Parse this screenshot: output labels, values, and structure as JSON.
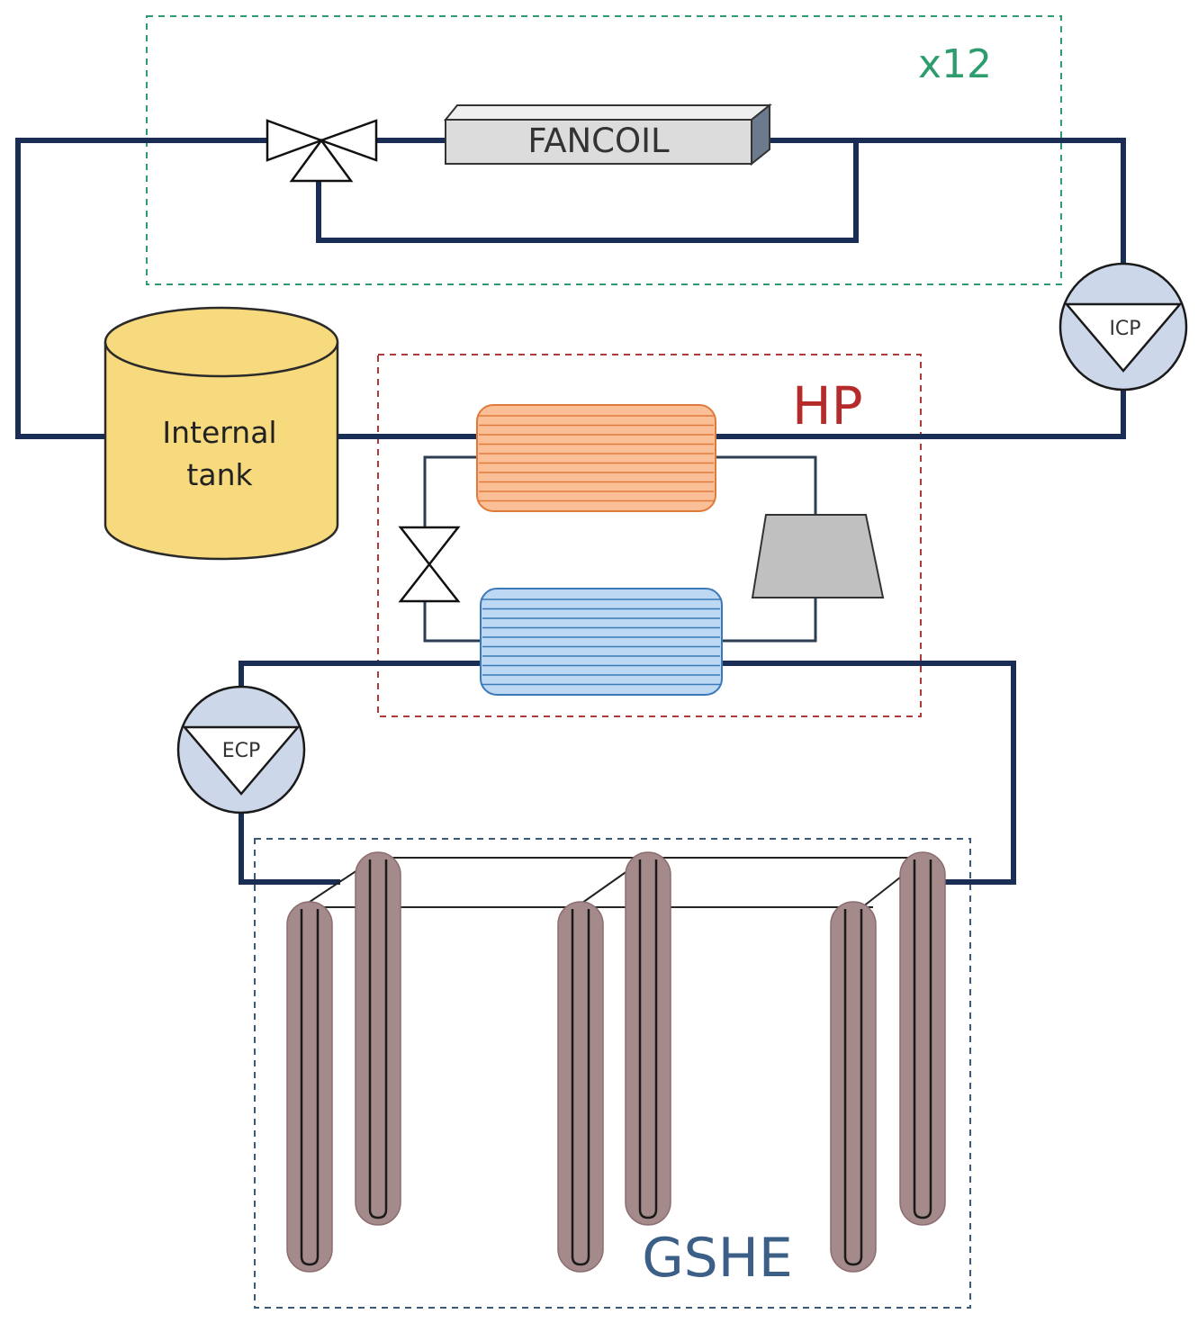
{
  "labels": {
    "fancoil": "FANCOIL",
    "multiplier": "x12",
    "hp": "HP",
    "tank_line1": "Internal",
    "tank_line2": "tank",
    "icp": "ICP",
    "ecp": "ECP",
    "gshe": "GSHE"
  },
  "colors": {
    "pipe": "#1a2e55",
    "fancoil_box": "#2e9c6e",
    "hp_box": "#b03a3a",
    "gshe_box": "#3a5a7a",
    "hp_text": "#b52a2a",
    "multiplier_text": "#2e9c6e",
    "gshe_text": "#3b5f86",
    "tank_fill": "#f7d97e",
    "tank_stroke": "#2a2a2a",
    "condenser_fill": "#fbbf98",
    "condenser_lines": "#e07a3a",
    "evaporator_fill": "#bcd8f2",
    "evaporator_lines": "#3a7ab8",
    "compressor_fill": "#c0c0c0",
    "pump_fill": "#cdd7ea",
    "borehole_fill": "#a58a8c"
  },
  "icons": {
    "three_way_valve": "three-way-valve-icon",
    "expansion_valve": "expansion-valve-icon",
    "compressor": "compressor-icon",
    "pump": "pump-icon",
    "tank": "tank-icon",
    "borehole": "borehole-icon"
  }
}
